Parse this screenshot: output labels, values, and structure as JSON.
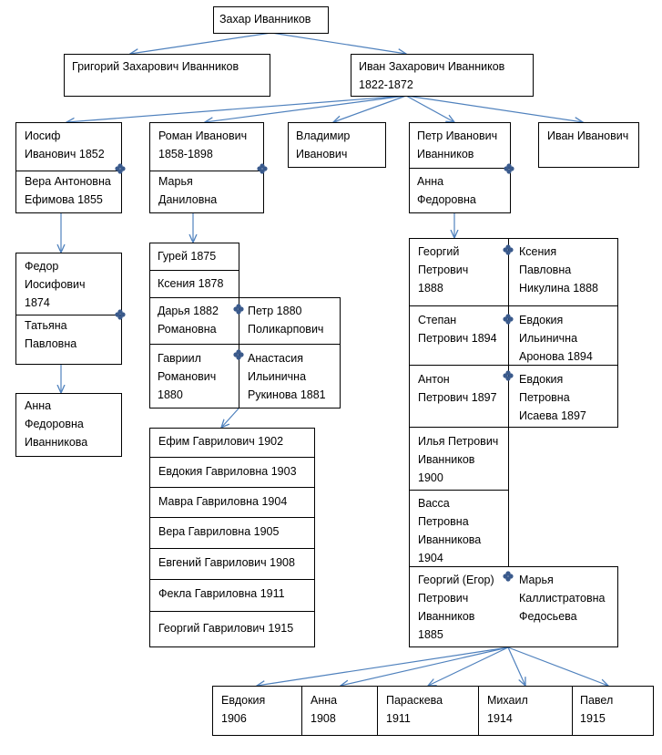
{
  "root": {
    "name": "Захар Иванников"
  },
  "gen1": {
    "grigory": "Григорий Захарович Иванников",
    "ivan": "Иван Захарович Иванников\n1822-1872"
  },
  "gen2": {
    "iosif": "Иосиф\nИванович 1852",
    "iosif_spouse": "Вера Антоновна\nЕфимова 1855",
    "roman": "Роман Иванович\n1858-1898",
    "roman_spouse": "Марья\nДаниловна",
    "vladimir": "Владимир\nИванович",
    "petr": "Петр Иванович\nИванников",
    "petr_spouse": "Анна\nФедоровна",
    "ivan_ivanovich": "Иван Иванович"
  },
  "iosif_branch": {
    "fedor": "Федор\nИосифович\n1874",
    "fedor_spouse": "Татьяна\nПавловна",
    "anna": "Анна\nФедоровна\nИванникова"
  },
  "roman_children": {
    "gurey": "Гурей 1875",
    "ksenia": "Ксения 1878",
    "darya": "Дарья  1882\nРомановна",
    "darya_spouse": "Петр 1880\nПоликарпович",
    "gavriil": "Гавриил\nРоманович\n1880",
    "gavriil_spouse": "Анастасия\nИльинична\nРукинова 1881"
  },
  "gavriil_children": [
    "Ефим Гаврилович 1902",
    "Евдокия Гавриловна 1903",
    "Мавра Гавриловна 1904",
    "Вера Гавриловна 1905",
    "Евгений Гаврилович 1908",
    "Фекла Гавриловна 1911",
    "Георгий Гаврилович 1915"
  ],
  "petr_children": {
    "georgiy1888": "Георгий\nПетрович\n1888",
    "georgiy1888_spouse": "Ксения\nПавловна\nНикулина 1888",
    "stepan": "Степан\nПетрович 1894",
    "stepan_spouse": "Евдокия\nИльинична\nАронова 1894",
    "anton": "Антон\nПетрович 1897",
    "anton_spouse": "Евдокия\nПетровна\nИсаева 1897",
    "ilya": "Илья Петрович\nИванников\n1900",
    "vassa": "Васса\nПетровна\nИванникова\n1904",
    "georgiy_egor": "Георгий (Егор)\nПетрович\nИванников\n1885",
    "georgiy_egor_spouse": "Марья\nКаллистратовна\nФедосьева"
  },
  "egor_children": [
    "Евдокия\n1906",
    "Анна\n1908",
    "Параскева\n1911",
    "Михаил\n1914",
    "Павел\n1915"
  ],
  "colors": {
    "connector": "#4f81bd",
    "marker": "#3a5a8c",
    "border": "#000000"
  }
}
